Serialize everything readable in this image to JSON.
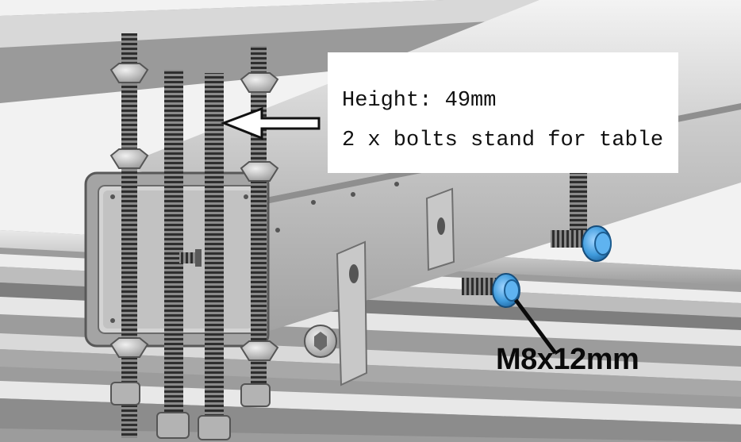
{
  "callout": {
    "height_line": "Height: 49mm",
    "bolts_line": "2 x bolts stand for table"
  },
  "screw_label": "M8x12mm",
  "colors": {
    "background": "#f2f2f2",
    "frame_metal": "#bdbdbd",
    "rail_metal": "#a9a9a9",
    "thread": "#3a3a3a",
    "washer_blue": "#3f9bdc",
    "label_text": "#0a0a0a"
  },
  "icons": [
    "arrow-left-icon",
    "threaded-rod-icon",
    "hex-nut-icon",
    "socket-screw-icon",
    "blue-washer-icon"
  ]
}
